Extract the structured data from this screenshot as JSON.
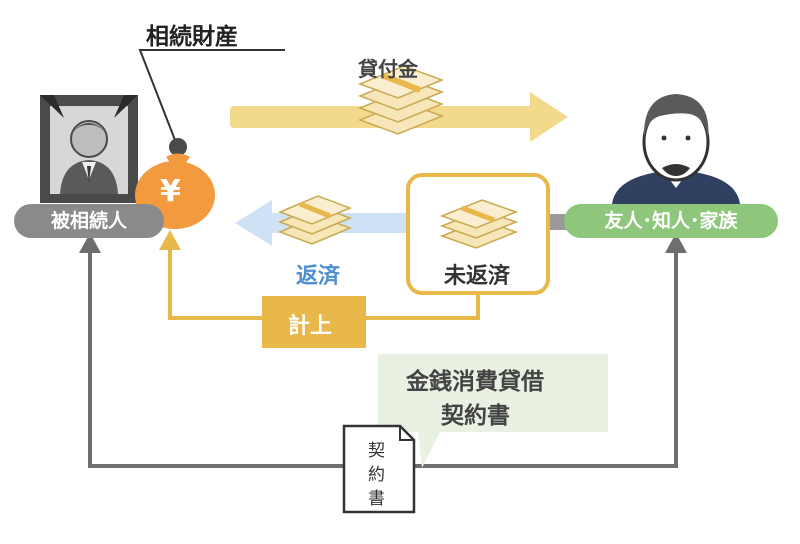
{
  "labels": {
    "estate": "相続財産",
    "loan": "貸付金",
    "deceased": "被相続人",
    "borrower": "友人･知人･家族",
    "repaid": "返済",
    "unpaid": "未返済",
    "record": "計上",
    "contract_note_line1": "金銭消費貸借",
    "contract_note_line2": "契約書",
    "doc_line1": "契",
    "doc_line2": "約",
    "doc_line3": "書",
    "yen": "¥"
  },
  "colors": {
    "gold": "#e9b84a",
    "gold_light": "#f3d98c",
    "blue": "#4d8fd0",
    "blue_light": "#cfe1f5",
    "green": "#8ec77c",
    "green_light": "#e9f1e2",
    "gray": "#6e6e6e",
    "bag": "#f39a3f"
  },
  "icons": {
    "deceased_portrait": "portrait-icon",
    "money_bag": "money-bag-icon",
    "borrower_person": "elderly-person-icon",
    "cash_bundle": "cash-bundle-icon",
    "document": "document-icon"
  }
}
